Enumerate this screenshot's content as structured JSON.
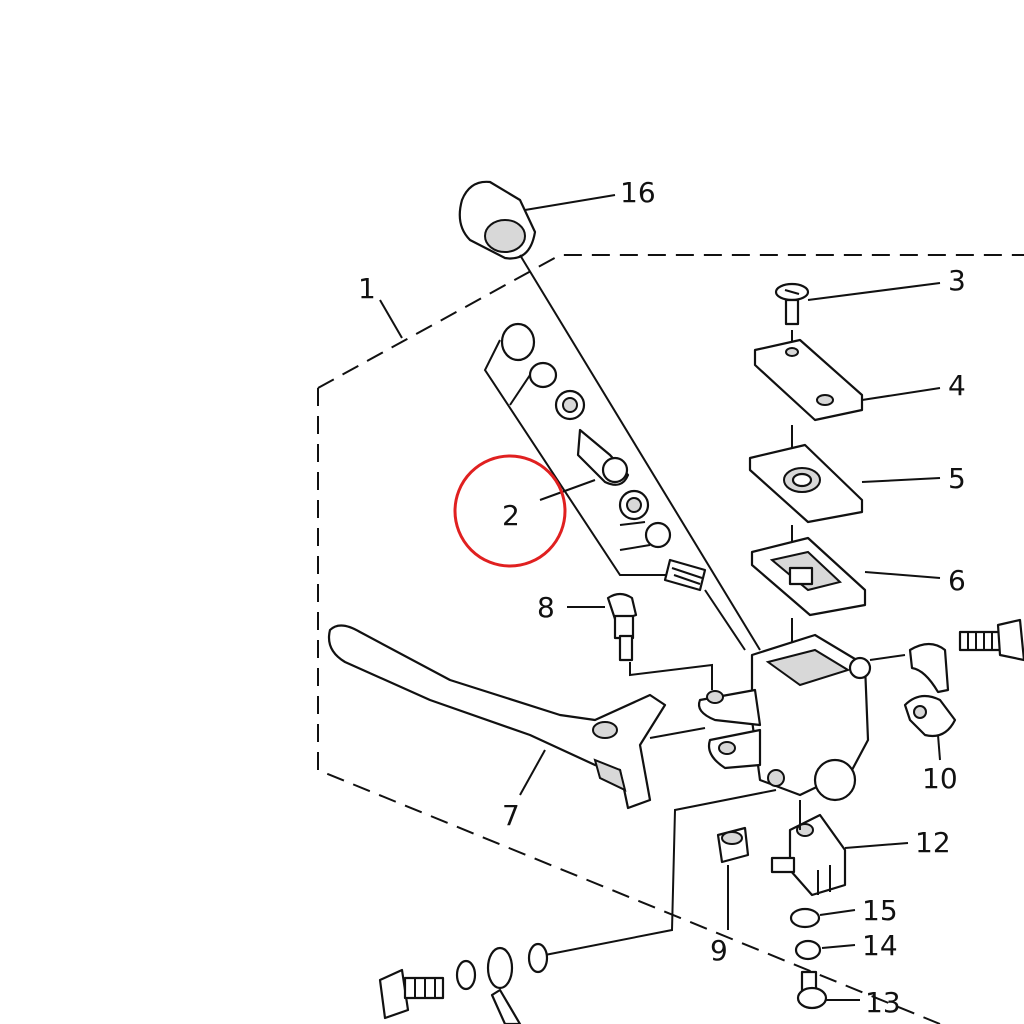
{
  "labels": {
    "l1": "1",
    "l2": "2",
    "l3": "3",
    "l4": "4",
    "l5": "5",
    "l6": "6",
    "l7": "7",
    "l8": "8",
    "l9": "9",
    "l10": "10",
    "l12": "12",
    "l13": "13",
    "l14": "14",
    "l15": "15",
    "l16": "16"
  },
  "highlight_color": "#e02020"
}
